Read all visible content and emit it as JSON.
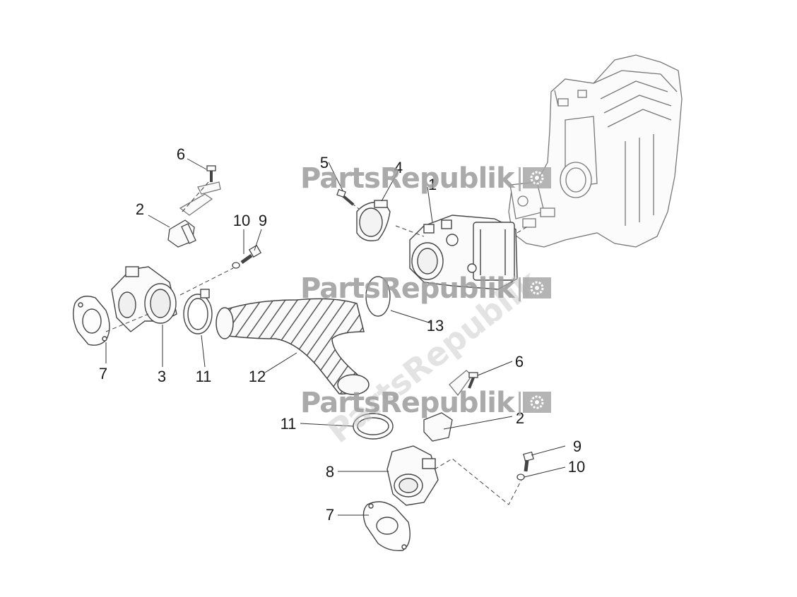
{
  "watermark": {
    "text": "PartsRepublik",
    "flag_color": "#a8a8a8",
    "text_color": "#9c9c9c",
    "icon": "gear-icon"
  },
  "callouts": {
    "c1": "1",
    "c2_top": "2",
    "c2_bottom": "2",
    "c3": "3",
    "c4": "4",
    "c5": "5",
    "c6_top": "6",
    "c6_bottom": "6",
    "c7_left": "7",
    "c7_bottom": "7",
    "c8": "8",
    "c9_top": "9",
    "c9_bottom": "9",
    "c10_top": "10",
    "c10_bottom": "10",
    "c11_left": "11",
    "c11_bottom": "11",
    "c12": "12",
    "c13": "13"
  },
  "line_color": "#333333"
}
